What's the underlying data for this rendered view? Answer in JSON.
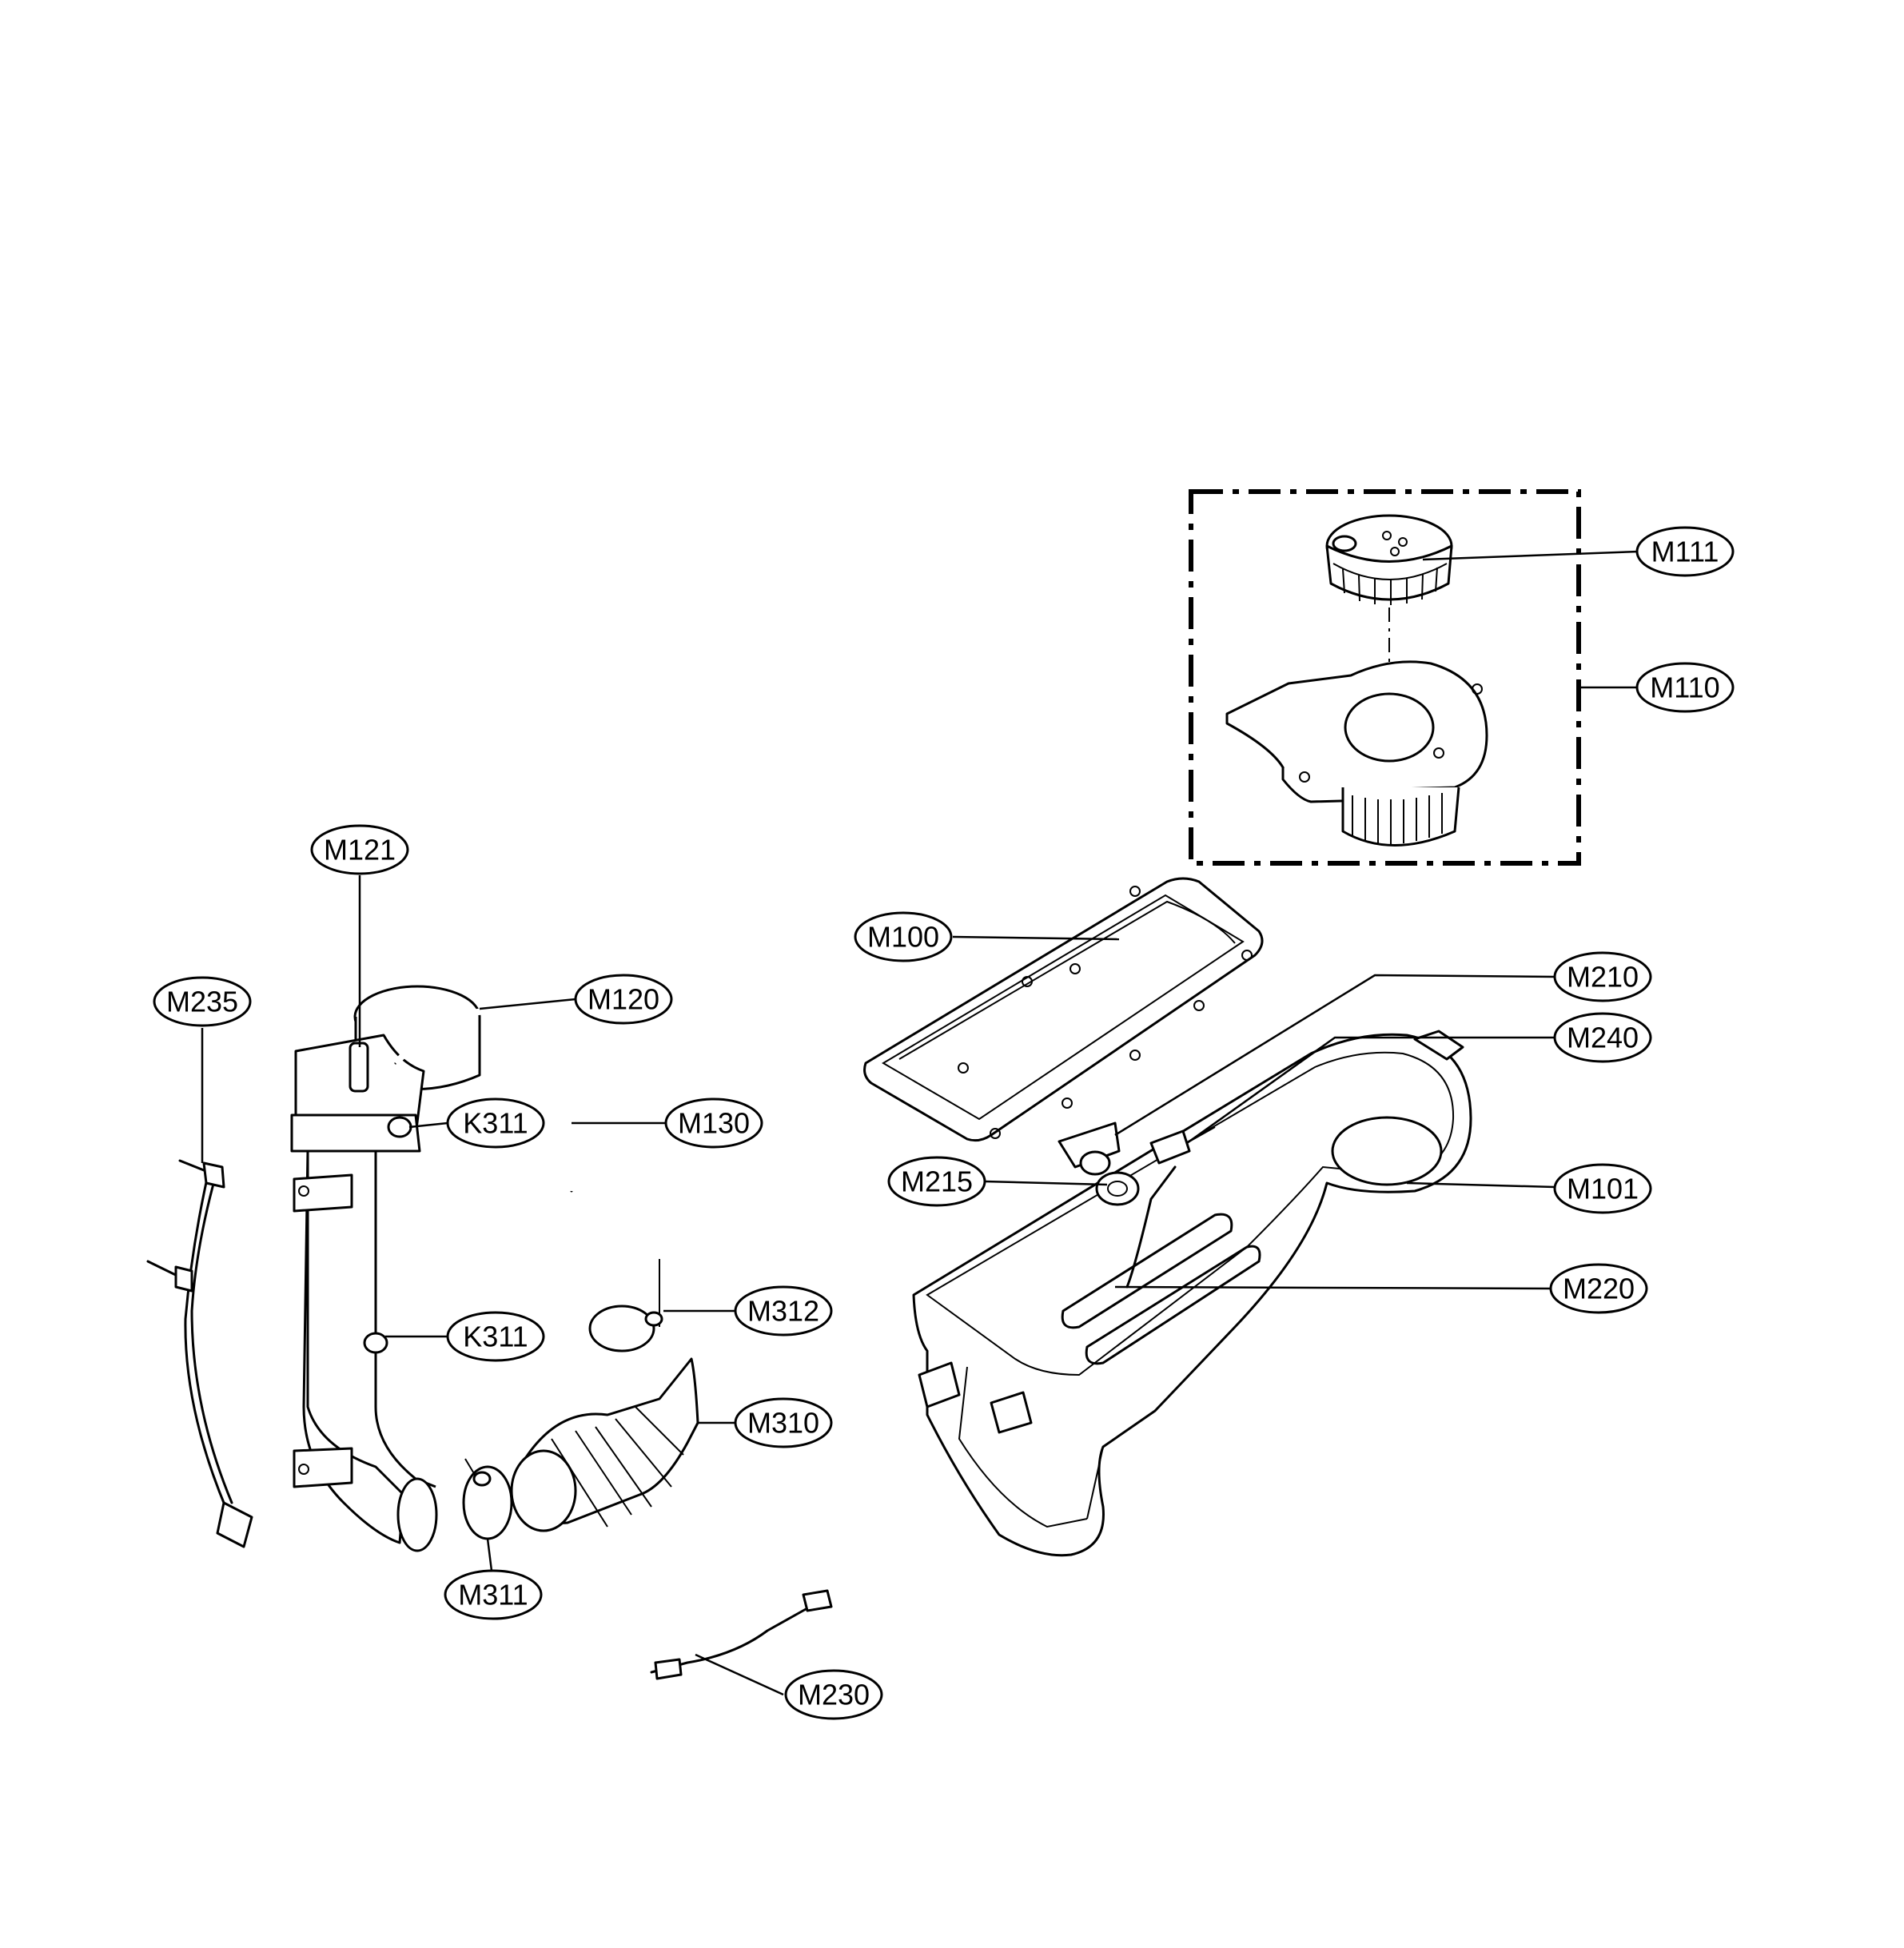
{
  "labels": {
    "M111": "M111",
    "M110": "M110",
    "M121": "M121",
    "M100": "M100",
    "M210": "M210",
    "M235": "M235",
    "M120": "M120",
    "M240": "M240",
    "K311a": "K311",
    "M130": "M130",
    "M215": "M215",
    "M101": "M101",
    "M312": "M312",
    "M220": "M220",
    "K311b": "K311",
    "M310": "M310",
    "M311": "M311",
    "M230": "M230"
  }
}
